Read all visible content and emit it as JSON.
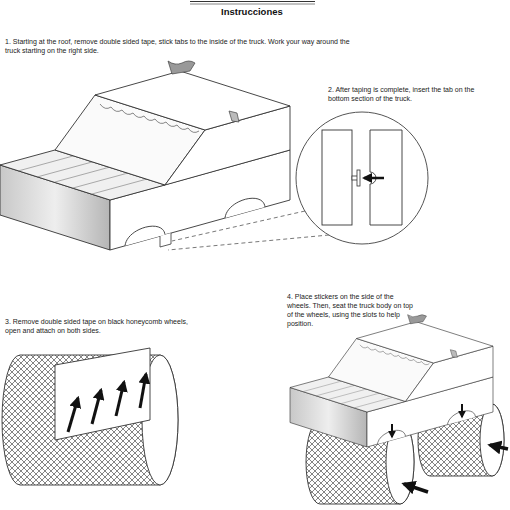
{
  "diagram": {
    "title": "Instrucciones",
    "labels": [
      "1. Starting at the roof, remove double sided tape, stick tabs to the inside of the truck. Work your way around the truck starting on the right side.",
      "2. After taping is complete, insert the tab on the bottom section of the truck.",
      "3. Remove double sided tape on black honeycomb wheels, open and attach on both sides.",
      "4. Place stickers on the side of the wheels. Then, seat the truck body on top of the wheels, using the slots to help position."
    ]
  }
}
